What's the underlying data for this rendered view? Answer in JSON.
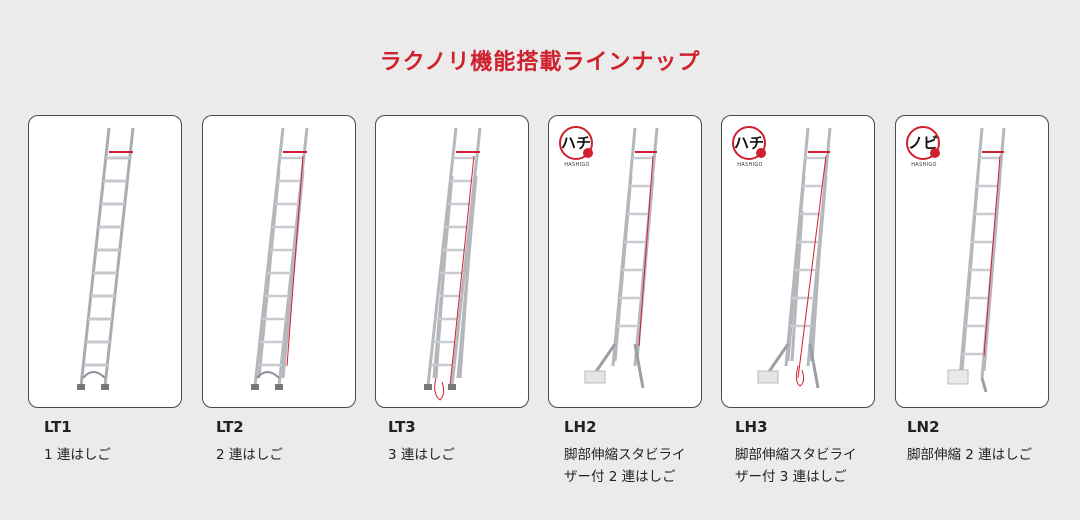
{
  "title": "ラクノリ機能搭載ラインナップ",
  "products": [
    {
      "code": "LT1",
      "desc_lines": [
        "1 連はしご"
      ]
    },
    {
      "code": "LT2",
      "desc_lines": [
        "2 連はしご"
      ]
    },
    {
      "code": "LT3",
      "desc_lines": [
        "3 連はしご"
      ]
    },
    {
      "code": "LH2",
      "desc_lines": [
        "脚部伸縮スタビライ",
        "ザー付 2 連はしご"
      ],
      "badge": {
        "text": "ハチ",
        "sub": "HASHIGO"
      }
    },
    {
      "code": "LH3",
      "desc_lines": [
        "脚部伸縮スタビライ",
        "ザー付 3 連はしご"
      ],
      "badge": {
        "text": "ハチ",
        "sub": "HASHIGO"
      }
    },
    {
      "code": "LN2",
      "desc_lines": [
        "脚部伸縮 2 連はしご"
      ],
      "badge": {
        "text": "ノビ",
        "sub": "HASHIGO"
      }
    }
  ],
  "colors": {
    "accent": "#d0202e",
    "background": "#ebebeb",
    "card": "#ffffff"
  },
  "icons": [
    "ladder-image",
    "hachi-badge-icon",
    "nobi-badge-icon"
  ]
}
